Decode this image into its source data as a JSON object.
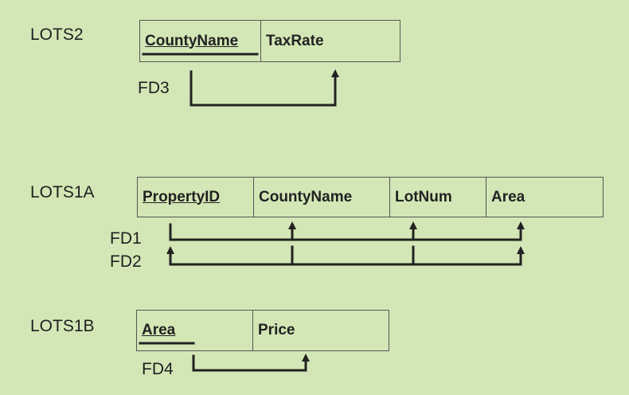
{
  "relations": [
    {
      "name": "LOTS2",
      "attributes": [
        {
          "label": "CountyName",
          "key": true
        },
        {
          "label": "TaxRate",
          "key": false
        }
      ]
    },
    {
      "name": "LOTS1A",
      "attributes": [
        {
          "label": "PropertyID",
          "key": true
        },
        {
          "label": "CountyName",
          "key": false
        },
        {
          "label": "LotNum",
          "key": false
        },
        {
          "label": "Area",
          "key": false
        }
      ]
    },
    {
      "name": "LOTS1B",
      "attributes": [
        {
          "label": "Area",
          "key": true
        },
        {
          "label": "Price",
          "key": false
        }
      ]
    }
  ],
  "dependencies": [
    {
      "label": "FD3",
      "relation": "LOTS2",
      "from": "CountyName",
      "to": [
        "TaxRate"
      ]
    },
    {
      "label": "FD1",
      "relation": "LOTS1A",
      "from": "PropertyID",
      "to": [
        "CountyName",
        "LotNum",
        "Area"
      ]
    },
    {
      "label": "FD2",
      "relation": "LOTS1A",
      "from": [
        "CountyName",
        "LotNum"
      ],
      "to": [
        "PropertyID",
        "Area"
      ]
    },
    {
      "label": "FD4",
      "relation": "LOTS1B",
      "from": "Area",
      "to": [
        "Price"
      ]
    }
  ],
  "colors": {
    "background": "#d3e7b6",
    "line": "#222222"
  }
}
